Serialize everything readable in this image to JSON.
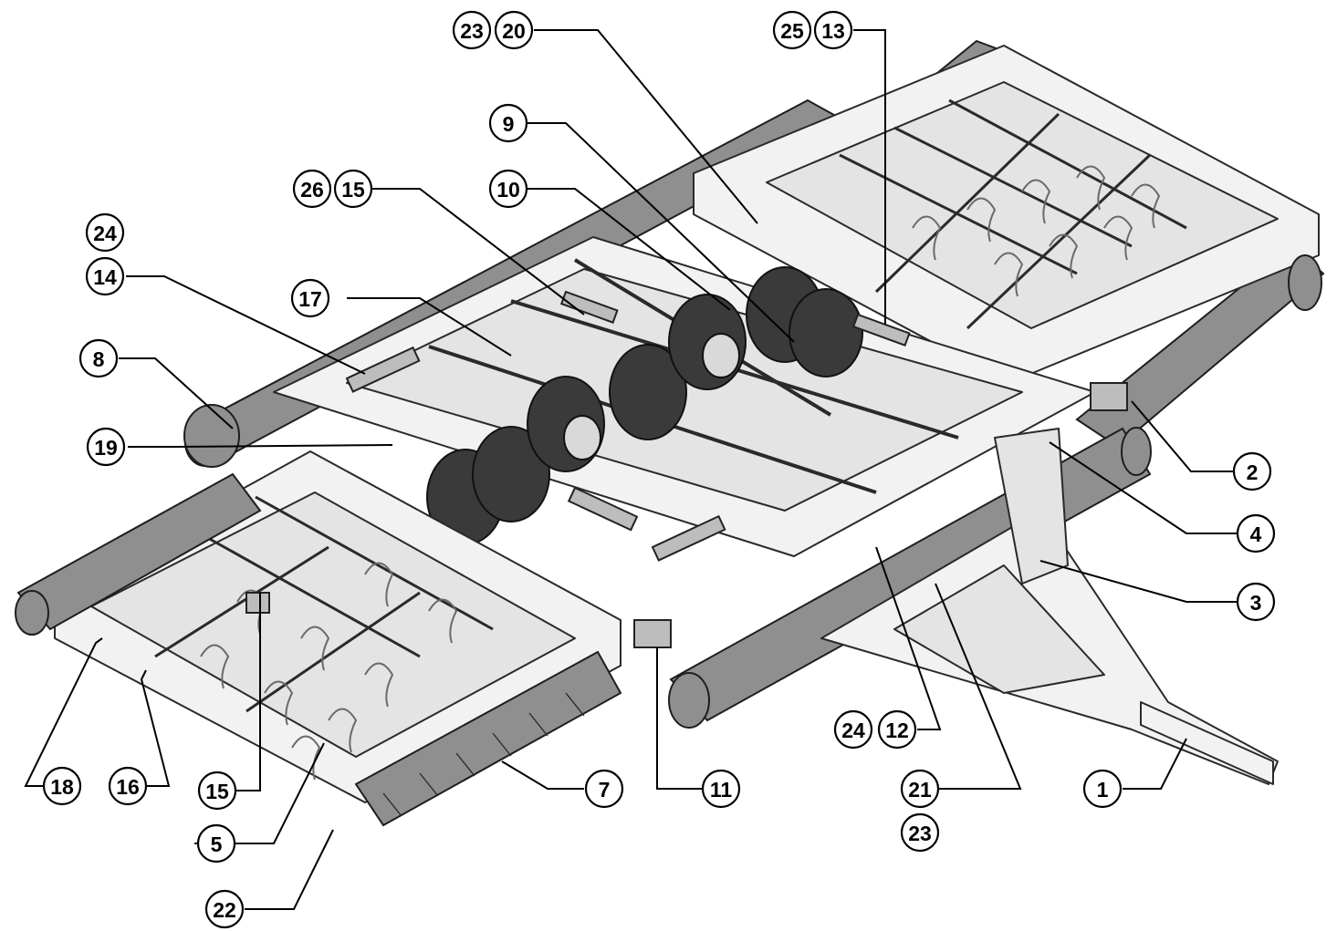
{
  "callouts": [
    {
      "id": "c1",
      "label": "1"
    },
    {
      "id": "c2",
      "label": "2"
    },
    {
      "id": "c3",
      "label": "3"
    },
    {
      "id": "c4",
      "label": "4"
    },
    {
      "id": "c5",
      "label": "5"
    },
    {
      "id": "c7",
      "label": "7"
    },
    {
      "id": "c8",
      "label": "8"
    },
    {
      "id": "c9",
      "label": "9"
    },
    {
      "id": "c10",
      "label": "10"
    },
    {
      "id": "c11",
      "label": "11"
    },
    {
      "id": "c12",
      "label": "12"
    },
    {
      "id": "c24b",
      "label": "24"
    },
    {
      "id": "c13",
      "label": "13"
    },
    {
      "id": "c25",
      "label": "25"
    },
    {
      "id": "c14",
      "label": "14"
    },
    {
      "id": "c24a",
      "label": "24"
    },
    {
      "id": "c15a",
      "label": "15"
    },
    {
      "id": "c26",
      "label": "26"
    },
    {
      "id": "c15b",
      "label": "15"
    },
    {
      "id": "c16",
      "label": "16"
    },
    {
      "id": "c17",
      "label": "17"
    },
    {
      "id": "c18",
      "label": "18"
    },
    {
      "id": "c19",
      "label": "19"
    },
    {
      "id": "c20",
      "label": "20"
    },
    {
      "id": "c23a",
      "label": "23"
    },
    {
      "id": "c21",
      "label": "21"
    },
    {
      "id": "c23b",
      "label": "23"
    },
    {
      "id": "c22",
      "label": "22"
    }
  ]
}
